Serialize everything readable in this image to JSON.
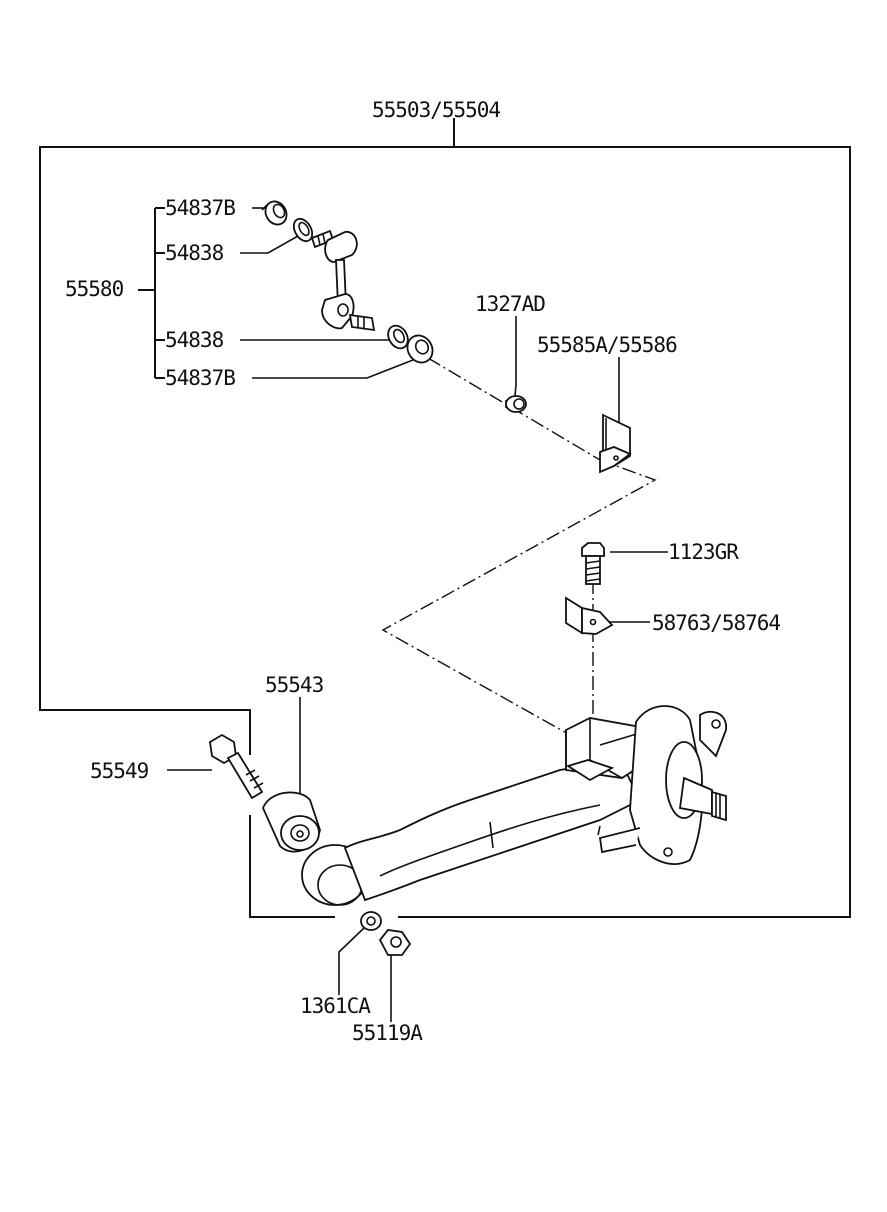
{
  "labels": {
    "assembly": "55503/55504",
    "stabilizer_link": "55580",
    "nut_upper": "54837B",
    "bushing_upper": "54838",
    "bushing_lower": "54838",
    "nut_lower": "54837B",
    "bracket_bolt_nut": "1327AD",
    "stabilizer_bracket": "55585A/55586",
    "bolt": "1123GR",
    "hose_bracket": "58763/58764",
    "bushing": "55543",
    "pivot_bolt": "55549",
    "washer": "1361CA",
    "pivot_nut": "55119A"
  }
}
